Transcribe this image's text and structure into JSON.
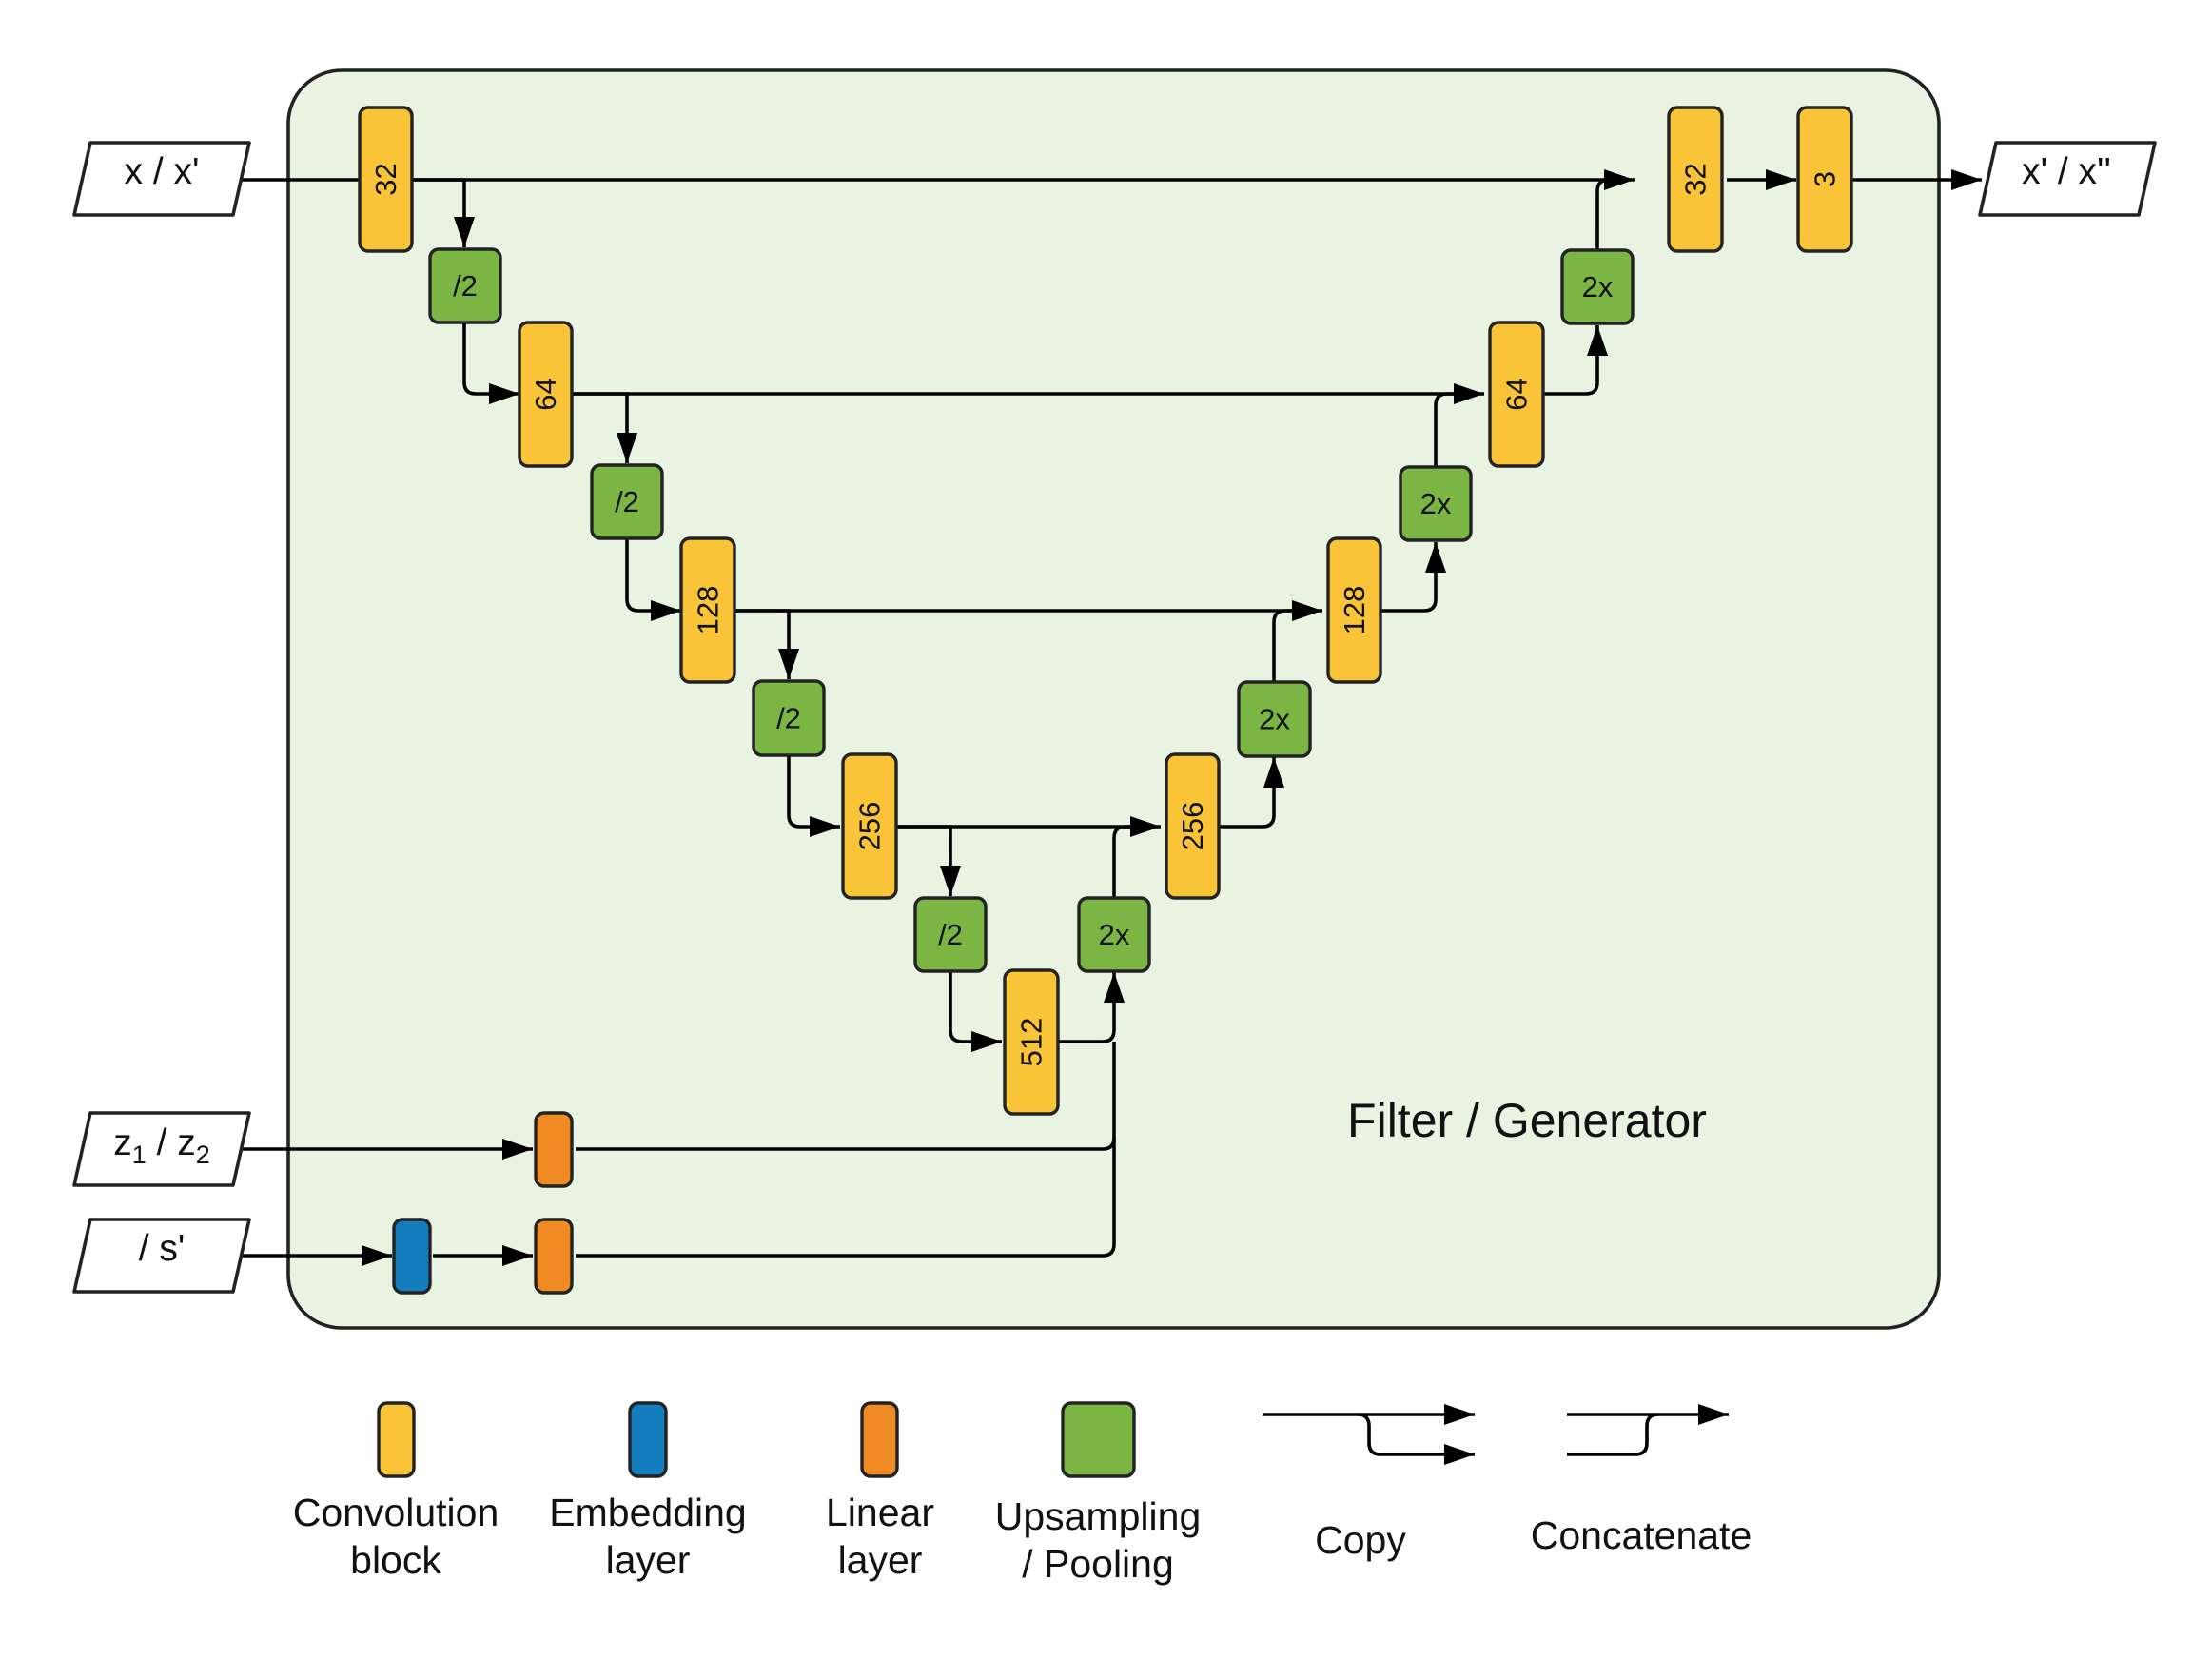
{
  "diagram": {
    "title": "Filter / Generator",
    "colors": {
      "convolution": "#F9C437",
      "embedding": "#137DBE",
      "linear": "#F08A24",
      "sampling": "#7BB543",
      "panel": "#E8F4E1"
    },
    "inputs": {
      "image_in": "x / x'",
      "noise_in": [
        "z",
        "1",
        " / z",
        "2"
      ],
      "label_in": " / s'"
    },
    "output": "x' / x''",
    "encoder": [
      {
        "conv": "32",
        "pool": "/2"
      },
      {
        "conv": "64",
        "pool": "/2"
      },
      {
        "conv": "128",
        "pool": "/2"
      },
      {
        "conv": "256",
        "pool": "/2"
      }
    ],
    "bottleneck": "512",
    "decoder": [
      {
        "up": "2x",
        "conv": "256"
      },
      {
        "up": "2x",
        "conv": "128"
      },
      {
        "up": "2x",
        "conv": "64"
      },
      {
        "up": "2x",
        "conv": "32"
      }
    ],
    "final_conv": "3"
  },
  "legend": {
    "convolution": [
      "Convolution",
      "block"
    ],
    "embedding": [
      "Embedding",
      "layer"
    ],
    "linear": [
      "Linear",
      "layer"
    ],
    "sampling": [
      "Upsampling",
      "/ Pooling"
    ],
    "copy": "Copy",
    "concatenate": "Concatenate"
  }
}
